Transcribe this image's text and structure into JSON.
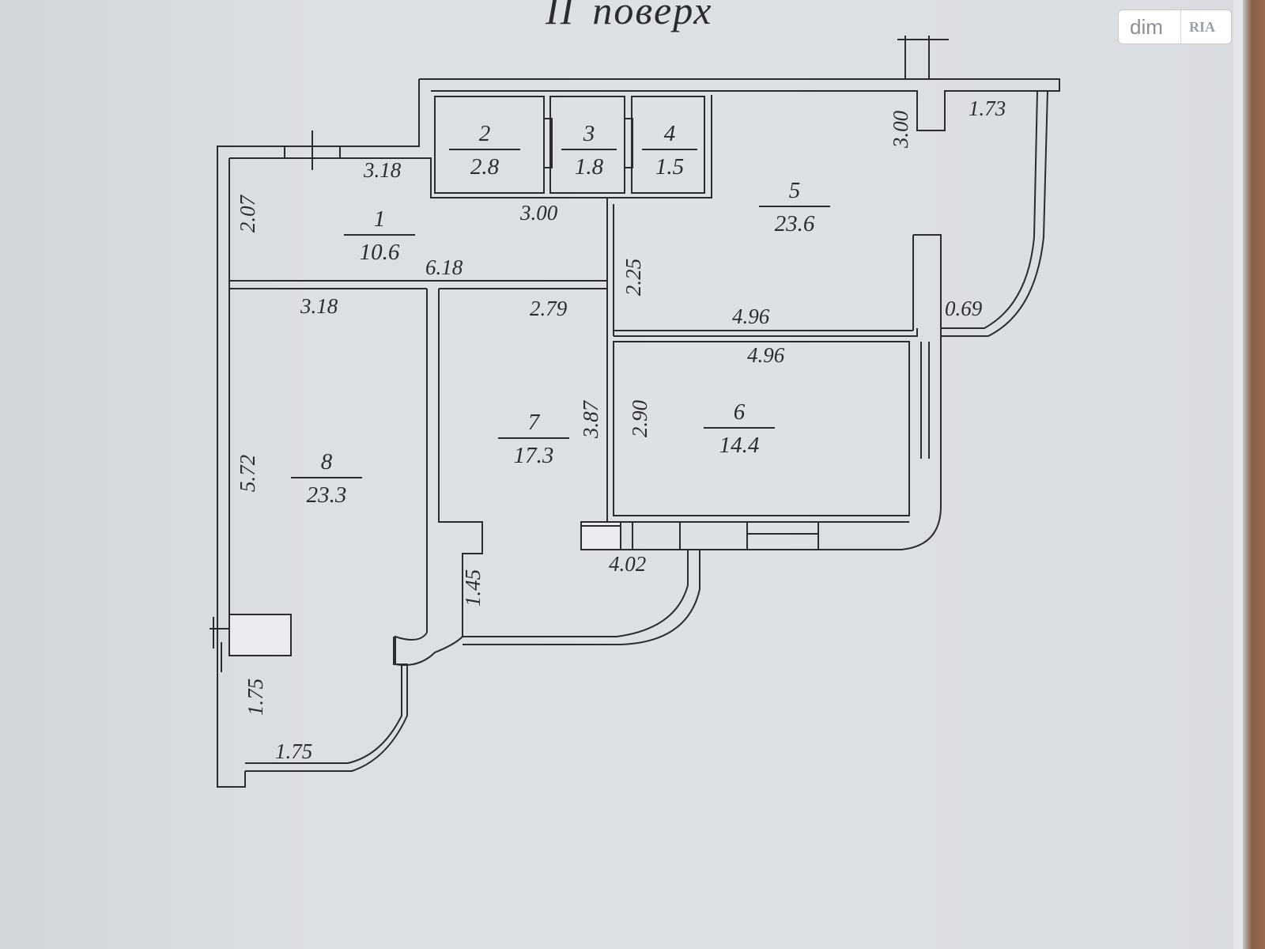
{
  "title": {
    "roman": "II",
    "word": "поверх"
  },
  "watermark": {
    "text": "dim",
    "logo": "RIA"
  },
  "rooms": [
    {
      "number": "1",
      "area": "10.6"
    },
    {
      "number": "2",
      "area": "2.8"
    },
    {
      "number": "3",
      "area": "1.8"
    },
    {
      "number": "4",
      "area": "1.5"
    },
    {
      "number": "5",
      "area": "23.6"
    },
    {
      "number": "6",
      "area": "14.4"
    },
    {
      "number": "7",
      "area": "17.3"
    },
    {
      "number": "8",
      "area": "23.3"
    }
  ],
  "dimensions": {
    "r1_top": "3.18",
    "r1_left": "2.07",
    "r1_right_top": "3.00",
    "r1_bottom": "6.18",
    "r8_top": "3.18",
    "r8_left": "5.72",
    "r7_top": "2.79",
    "r7_right": "3.87",
    "r7_lower": "1.45",
    "r7_bottom": "4.02",
    "r5_left": "2.25",
    "r5_bottom": "4.96",
    "r5_right_top": "3.00",
    "balcony5_top": "1.73",
    "balcony5_bottom": "0.69",
    "r6_top": "4.96",
    "r6_left": "2.90",
    "balcony8_side": "1.75",
    "balcony8_bottom": "1.75"
  },
  "colors": {
    "line": "#2a2c30",
    "paper": "#dcdfe3",
    "wall_fill": "#e9ebee"
  }
}
